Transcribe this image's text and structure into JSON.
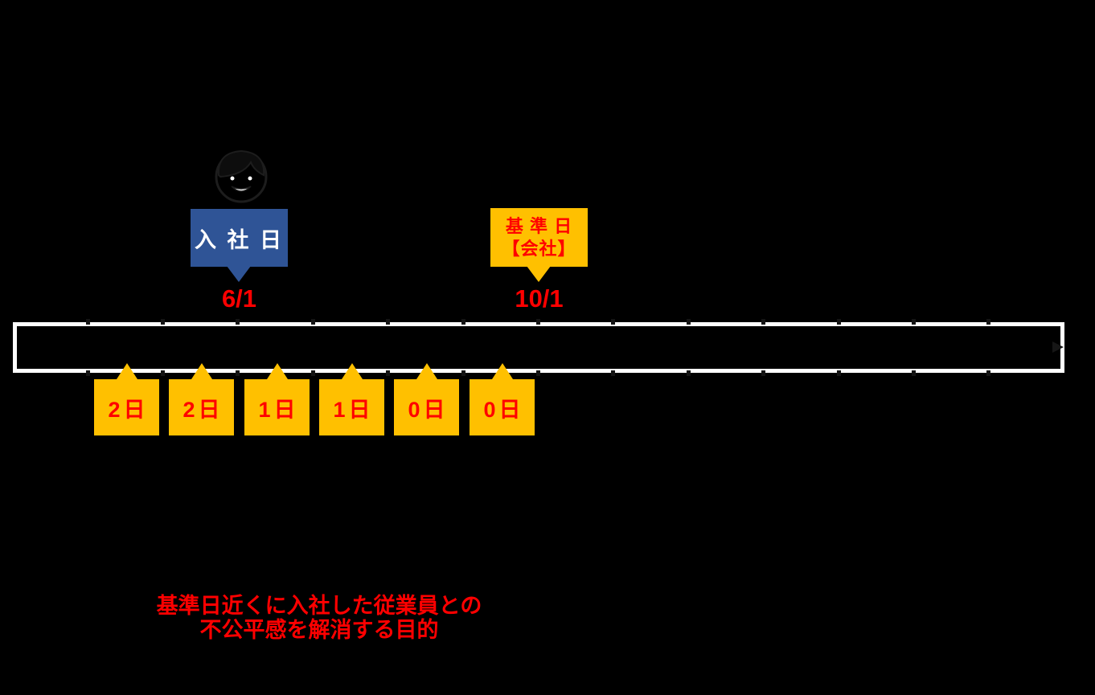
{
  "colors": {
    "background": "#000000",
    "accent_blue": "#2F5496",
    "accent_orange": "#FFC000",
    "accent_red": "#FF0000",
    "bar_border": "#FFFFFF"
  },
  "join_callout": {
    "label": "入 社 日",
    "date": "6/1"
  },
  "base_callout": {
    "line1": "基 準 日",
    "line2": "【会社】",
    "date": "10/1"
  },
  "timeline": {
    "month_tick_count": 13,
    "tick_start_x": 109,
    "tick_pitch": 93.4
  },
  "day_markers": [
    {
      "label": "2日"
    },
    {
      "label": "2日"
    },
    {
      "label": "1日"
    },
    {
      "label": "1日"
    },
    {
      "label": "0日"
    },
    {
      "label": "0日"
    }
  ],
  "purpose_note": {
    "line1": "基準日近くに入社した従業員との",
    "line2": "不公平感を解消する目的"
  },
  "icons": {
    "employee": "person-face-icon",
    "timeline_arrow": "right-arrow-icon"
  }
}
